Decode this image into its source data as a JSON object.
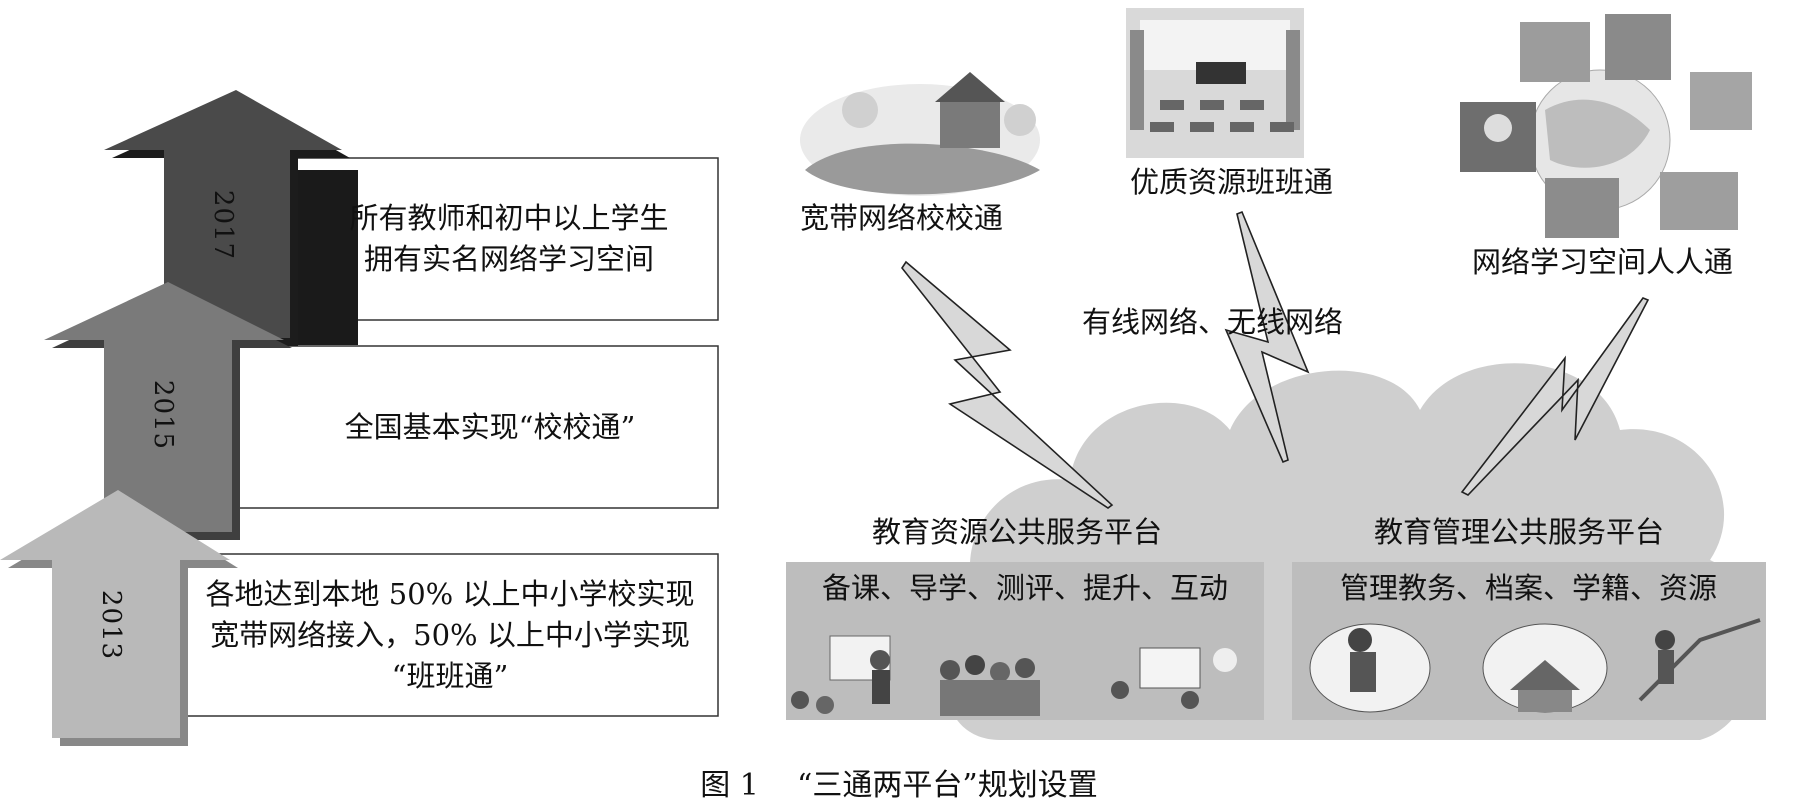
{
  "timeline": {
    "items": [
      {
        "year": "2017",
        "text": [
          "所有教师和初中以上学生",
          "拥有实名网络学习空间"
        ]
      },
      {
        "year": "2015",
        "text": [
          "全国基本实现“校校通”"
        ]
      },
      {
        "year": "2013",
        "text": [
          "各地达到本地 50% 以上中小学校实现",
          "宽带网络接入，50% 以上中小学实现",
          "“班班通”"
        ]
      }
    ]
  },
  "network": {
    "top_labels": {
      "broadband": "宽带网络校校通",
      "classroom": "优质资源班班通",
      "space": "网络学习空间人人通"
    },
    "link_label": "有线网络、无线网络",
    "platforms": [
      {
        "title": "教育资源公共服务平台",
        "items": "备课、导学、测评、提升、互动"
      },
      {
        "title": "教育管理公共服务平台",
        "items": "管理教务、档案、学籍、资源"
      }
    ]
  },
  "caption": {
    "figure": "图 1",
    "title": "“三通两平台”规划设置"
  },
  "colors": {
    "arrow_dark": "#4a4a4a",
    "arrow_mid": "#7a7a7a",
    "arrow_light": "#b9b9b9",
    "cloud": "#cfcfcf",
    "bolt": "#d8d8d8"
  },
  "icons": [
    "school-building-image",
    "classroom-image",
    "learners-globe-image",
    "teaching-scene-image",
    "management-scene-image"
  ]
}
